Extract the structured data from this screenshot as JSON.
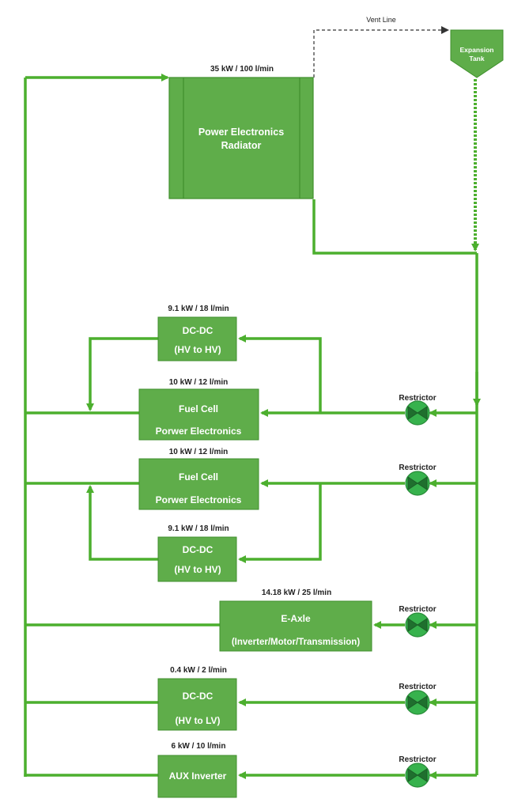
{
  "colors": {
    "box_fill": "#5fad4a",
    "box_stroke": "#3f8f2c",
    "pipe": "#4caf2e",
    "valve_fill": "#37b24d",
    "vent_line": "#333333",
    "label_text": "#222222"
  },
  "radiator": {
    "rating": "35 kW / 100 l/min",
    "line1": "Power Electronics",
    "line2": "Radiator"
  },
  "vent": {
    "label": "Vent Line"
  },
  "tank": {
    "line1": "Expansion",
    "line2": "Tank"
  },
  "dcdc_top": {
    "rating": "9.1 kW / 18 l/min",
    "line1": "DC-DC",
    "line2": "(HV to HV)"
  },
  "fc1": {
    "rating": "10 kW / 12 l/min",
    "line1": "Fuel Cell",
    "line2": "Porwer Electronics"
  },
  "fc2": {
    "rating": "10 kW / 12 l/min",
    "line1": "Fuel Cell",
    "line2": "Porwer Electronics"
  },
  "dcdc_mid": {
    "rating": "9.1 kW / 18 l/min",
    "line1": "DC-DC",
    "line2": "(HV to HV)"
  },
  "eaxle": {
    "rating": "14.18 kW / 25 l/min",
    "line1": "E-Axle",
    "line2": "(Inverter/Motor/Transmission)"
  },
  "dcdc_lv": {
    "rating": "0.4 kW / 2 l/min",
    "line1": "DC-DC",
    "line2": "(HV to LV)"
  },
  "aux": {
    "rating": "6 kW / 10 l/min",
    "line1": "AUX Inverter"
  },
  "restrictors": {
    "r1": "Restrictor",
    "r2": "Restrictor",
    "r3": "Restrictor",
    "r4": "Restrictor",
    "r5": "Restrictor"
  }
}
